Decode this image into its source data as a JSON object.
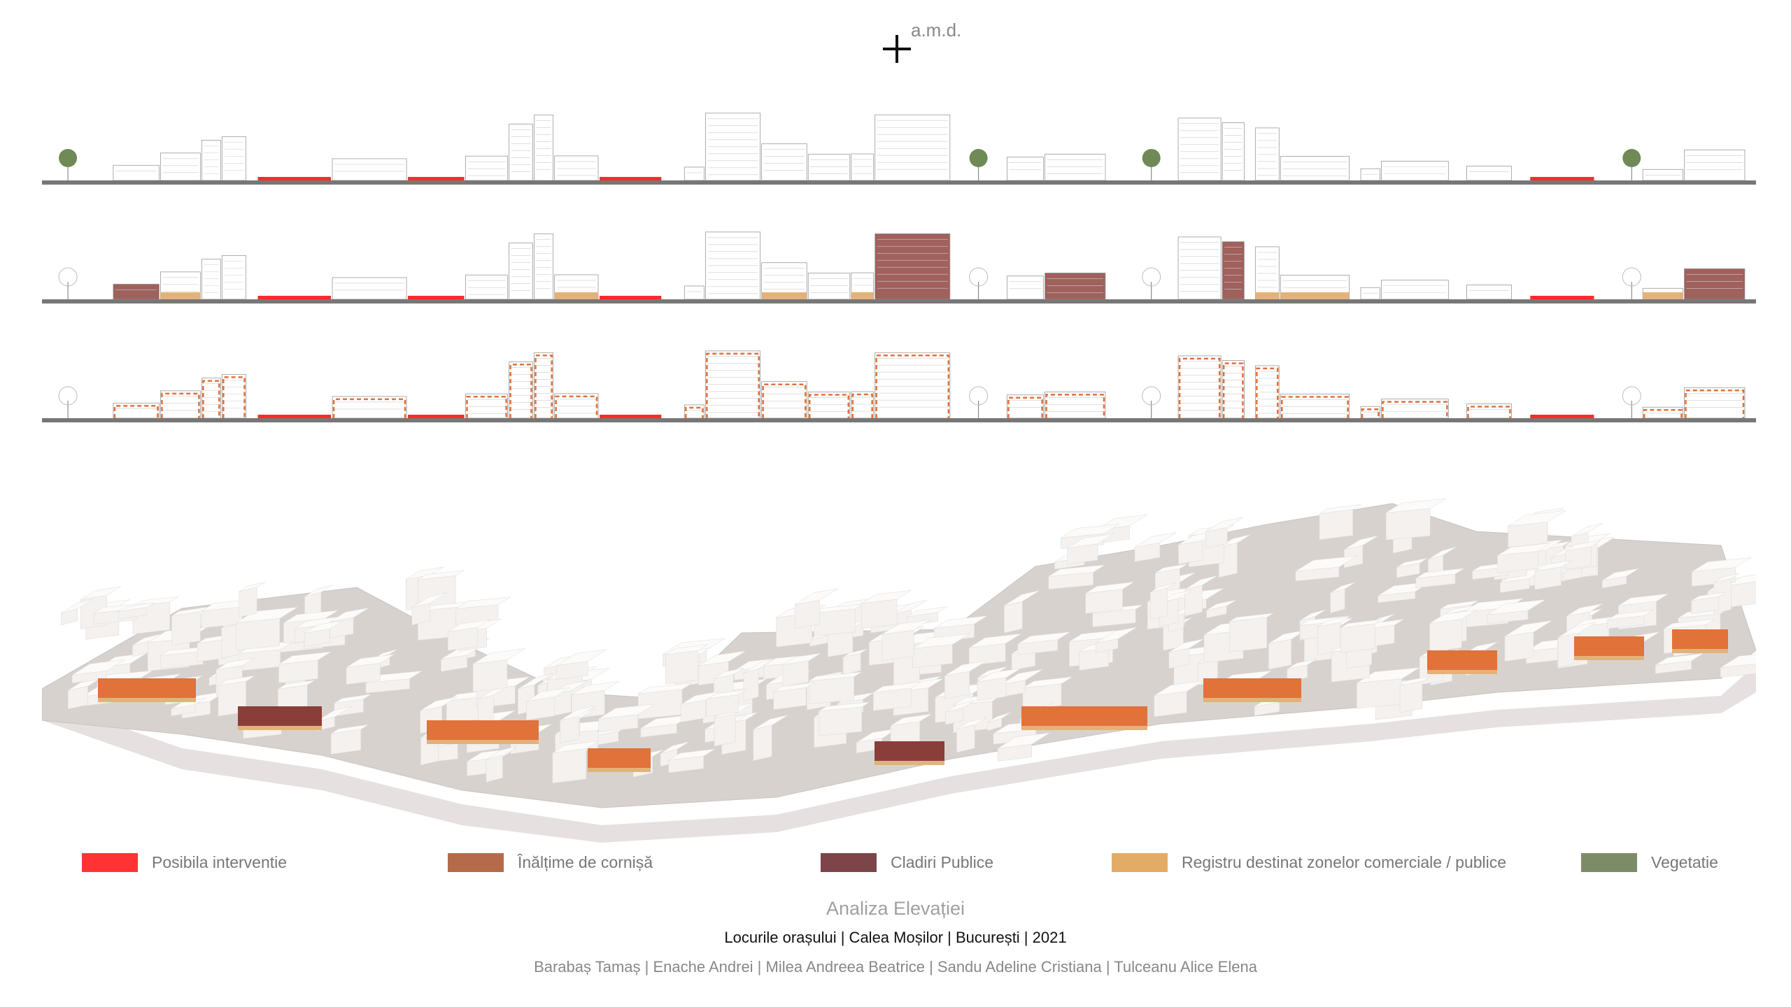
{
  "logo": {
    "text": "a.m.d."
  },
  "legend": [
    {
      "label": "Posibila interventie",
      "color": "#ff3333"
    },
    {
      "label": "Înălțime de cornișă",
      "color": "#b56a4a"
    },
    {
      "label": "Cladiri Publice",
      "color": "#7d4549"
    },
    {
      "label": "Registru destinat zonelor comerciale / publice",
      "color": "#e3ac66"
    },
    {
      "label": "Vegetatie",
      "color": "#7c8c66"
    }
  ],
  "footer": {
    "title": "Analiza Elevației",
    "subtitle": "Locurile orașului | Calea Moșilor | București | 2021",
    "authors": "Barabaș Tamaș | Enache Andrei | Milea Andreea Beatrice | Sandu Adeline Cristiana | Tulceanu Alice Elena"
  },
  "elevations": [
    {
      "name": "elevation-base",
      "mode": "base"
    },
    {
      "name": "elevation-public-commercial",
      "mode": "public"
    },
    {
      "name": "elevation-cornice",
      "mode": "cornice"
    }
  ]
}
